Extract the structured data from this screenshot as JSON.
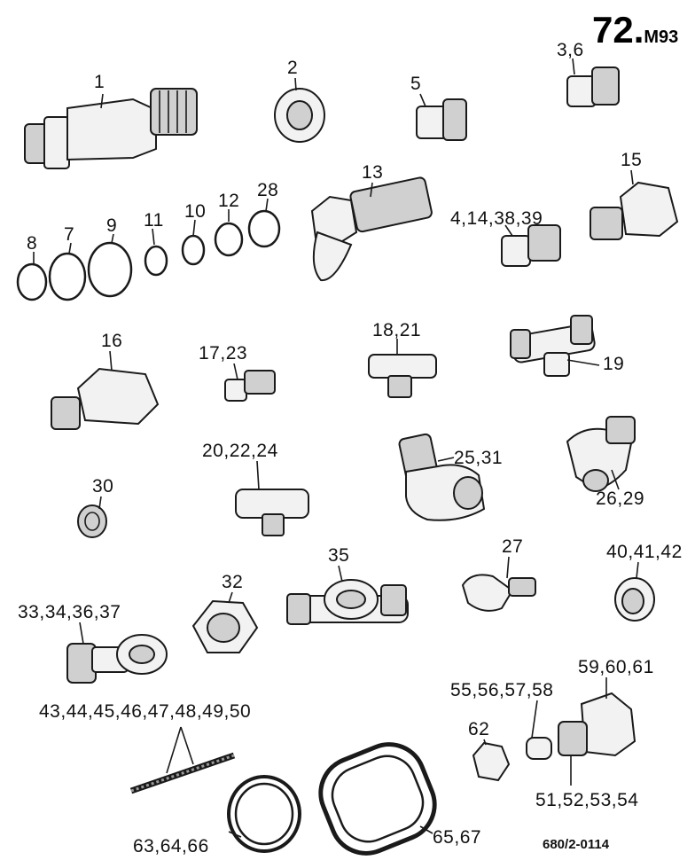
{
  "header": {
    "page_number": "72.",
    "section": "M93"
  },
  "reference": "680/2-0114",
  "callouts": {
    "c1": "1",
    "c2": "2",
    "c5": "5",
    "c36": "3,6",
    "c13": "13",
    "c15": "15",
    "c28": "28",
    "c12": "12",
    "c10": "10",
    "c11": "11",
    "c9": "9",
    "c7": "7",
    "c8": "8",
    "c4": "4,14,38,39",
    "c16": "16",
    "c17": "17,23",
    "c18": "18,21",
    "c19": "19",
    "c20": "20,22,24",
    "c25": "25,31",
    "c26": "26,29",
    "c30": "30",
    "c27": "27",
    "c35": "35",
    "c40": "40,41,42",
    "c32": "32",
    "c33": "33,34,36,37",
    "c43": "43,44,45,46,47,48,49,50",
    "c59": "59,60,61",
    "c55": "55,56,57,58",
    "c62": "62",
    "c51": "51,52,53,54",
    "c63": "63,64,66",
    "c65": "65,67"
  }
}
